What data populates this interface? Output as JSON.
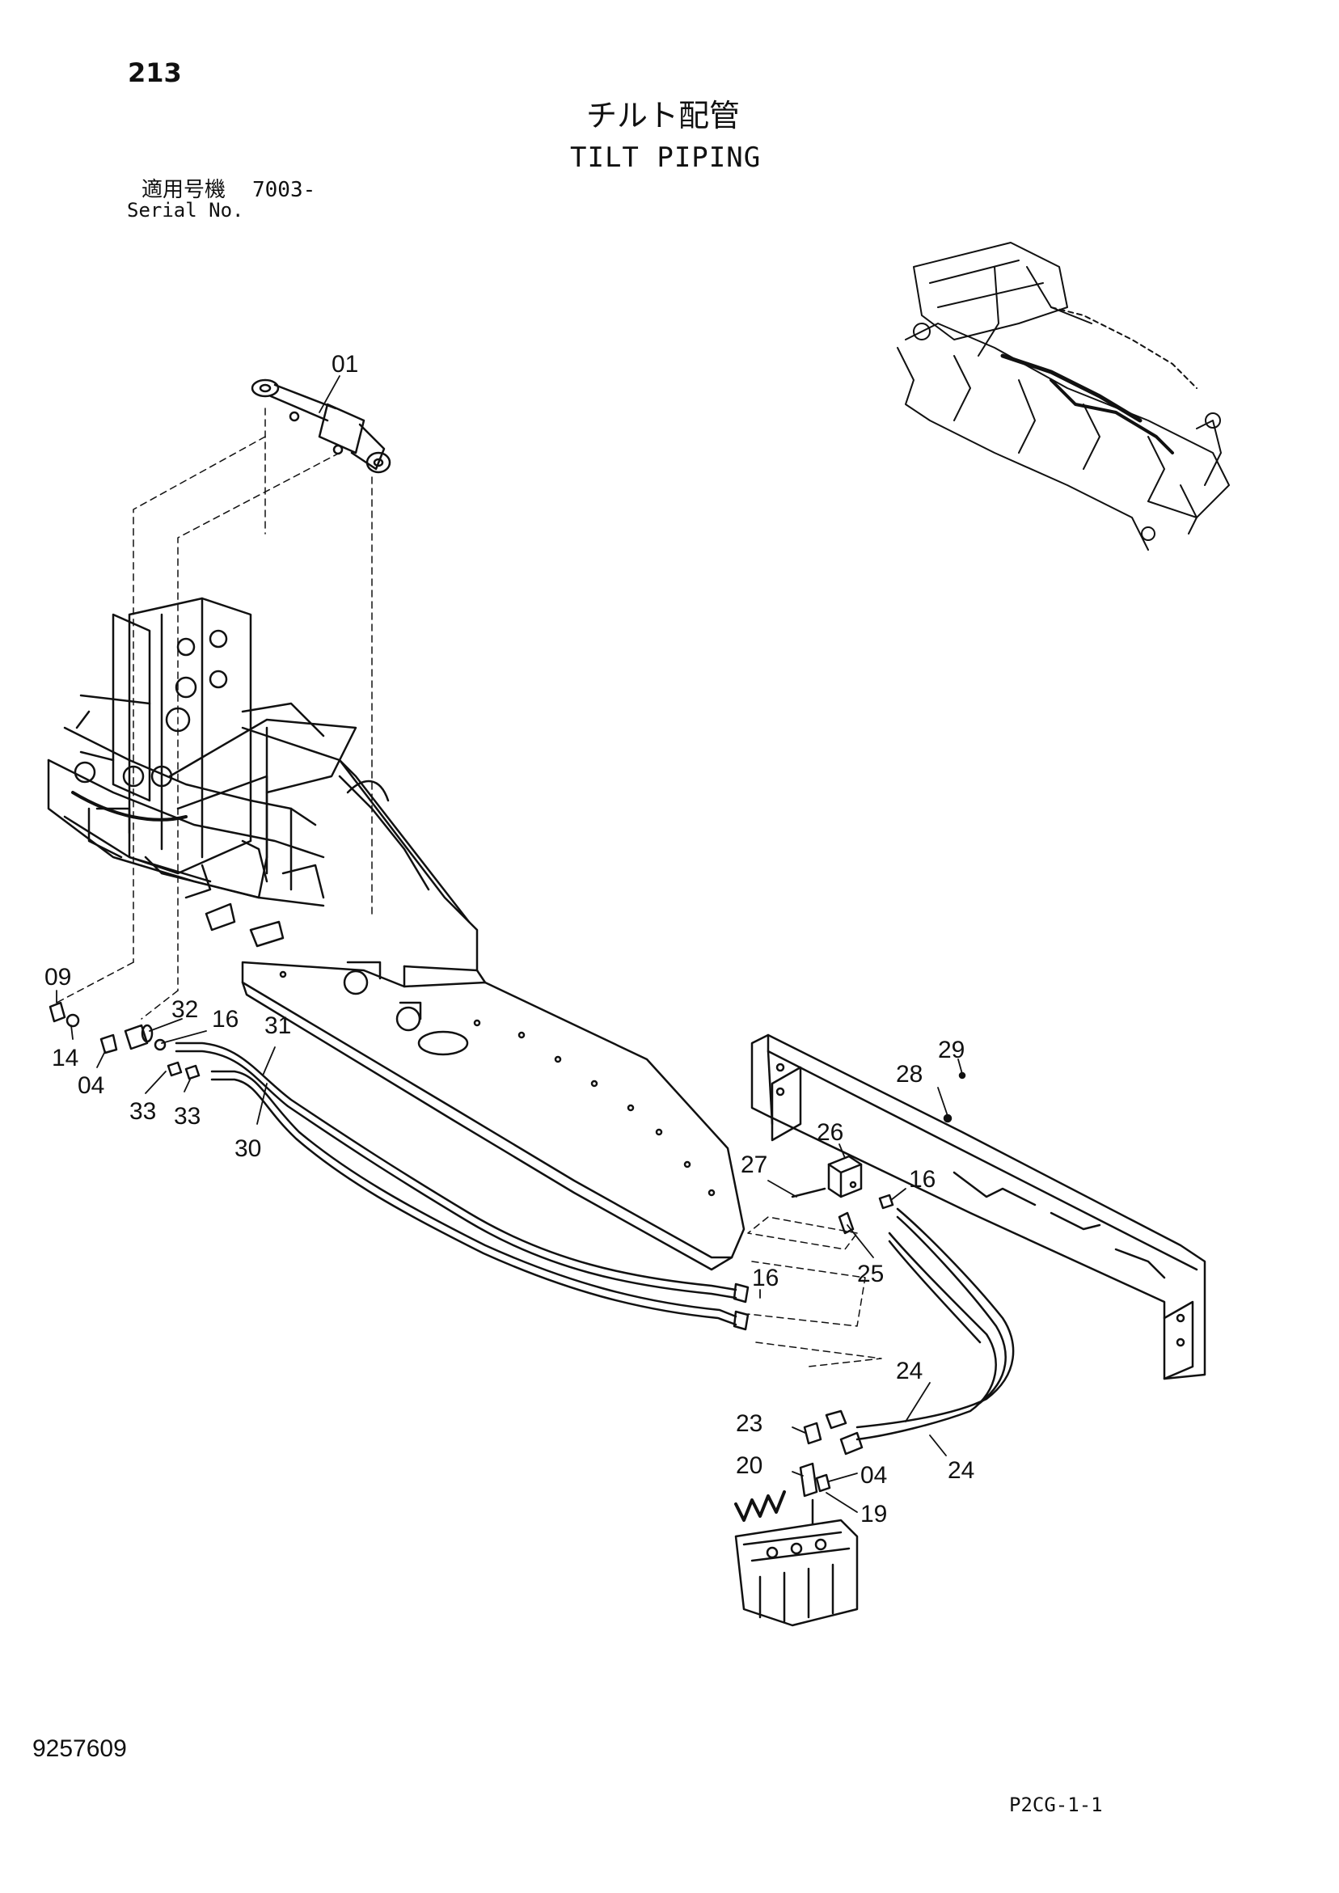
{
  "header": {
    "page_number": "213",
    "title_jp": "チルト配管",
    "title_en": "TILT PIPING",
    "serial_label_jp": "適用号機",
    "serial_value": "7003-",
    "serial_label_en": "Serial No."
  },
  "footer": {
    "document_code": "9257609",
    "sheet_code": "P2CG-1-1"
  },
  "callouts": [
    {
      "id": "c01",
      "label": "01"
    },
    {
      "id": "c09",
      "label": "09"
    },
    {
      "id": "c32",
      "label": "32"
    },
    {
      "id": "c16a",
      "label": "16"
    },
    {
      "id": "c31",
      "label": "31"
    },
    {
      "id": "c14",
      "label": "14"
    },
    {
      "id": "c04a",
      "label": "04"
    },
    {
      "id": "c33a",
      "label": "33"
    },
    {
      "id": "c33b",
      "label": "33"
    },
    {
      "id": "c30",
      "label": "30"
    },
    {
      "id": "c28",
      "label": "28"
    },
    {
      "id": "c29",
      "label": "29"
    },
    {
      "id": "c26",
      "label": "26"
    },
    {
      "id": "c27",
      "label": "27"
    },
    {
      "id": "c16b",
      "label": "16"
    },
    {
      "id": "c25",
      "label": "25"
    },
    {
      "id": "c16c",
      "label": "16"
    },
    {
      "id": "c24a",
      "label": "24"
    },
    {
      "id": "c24b",
      "label": "24"
    },
    {
      "id": "c23",
      "label": "23"
    },
    {
      "id": "c20",
      "label": "20"
    },
    {
      "id": "c04b",
      "label": "04"
    },
    {
      "id": "c19",
      "label": "19"
    }
  ]
}
